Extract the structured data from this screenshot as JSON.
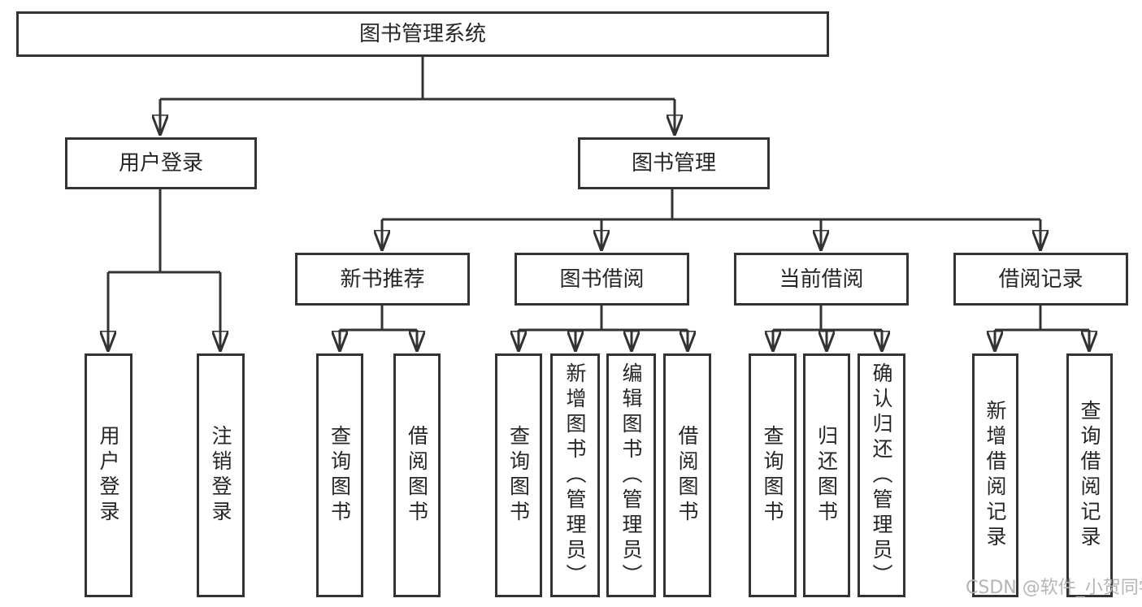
{
  "tree": {
    "root": {
      "label": "图书管理系统",
      "children": [
        {
          "label": "用户登录",
          "children": [
            {
              "label": "用户登录"
            },
            {
              "label": "注销登录"
            }
          ]
        },
        {
          "label": "图书管理",
          "children": [
            {
              "label": "新书推荐",
              "children": [
                {
                  "label": "查询图书"
                },
                {
                  "label": "借阅图书"
                }
              ]
            },
            {
              "label": "图书借阅",
              "children": [
                {
                  "label": "查询图书"
                },
                {
                  "label": "新增图书（管理员）"
                },
                {
                  "label": "编辑图书（管理员）"
                },
                {
                  "label": "借阅图书"
                }
              ]
            },
            {
              "label": "当前借阅",
              "children": [
                {
                  "label": "查询图书"
                },
                {
                  "label": "归还图书"
                },
                {
                  "label": "确认归还（管理员）"
                }
              ]
            },
            {
              "label": "借阅记录",
              "children": [
                {
                  "label": "新增借阅记录"
                },
                {
                  "label": "查询借阅记录"
                }
              ]
            }
          ]
        }
      ]
    }
  },
  "watermark": {
    "text": "CSDN @软件_小贺同学"
  },
  "colors": {
    "line": "#333333",
    "box_border": "#333333",
    "text": "#262626",
    "watermark": "#b5b5b5",
    "background": "#ffffff"
  }
}
